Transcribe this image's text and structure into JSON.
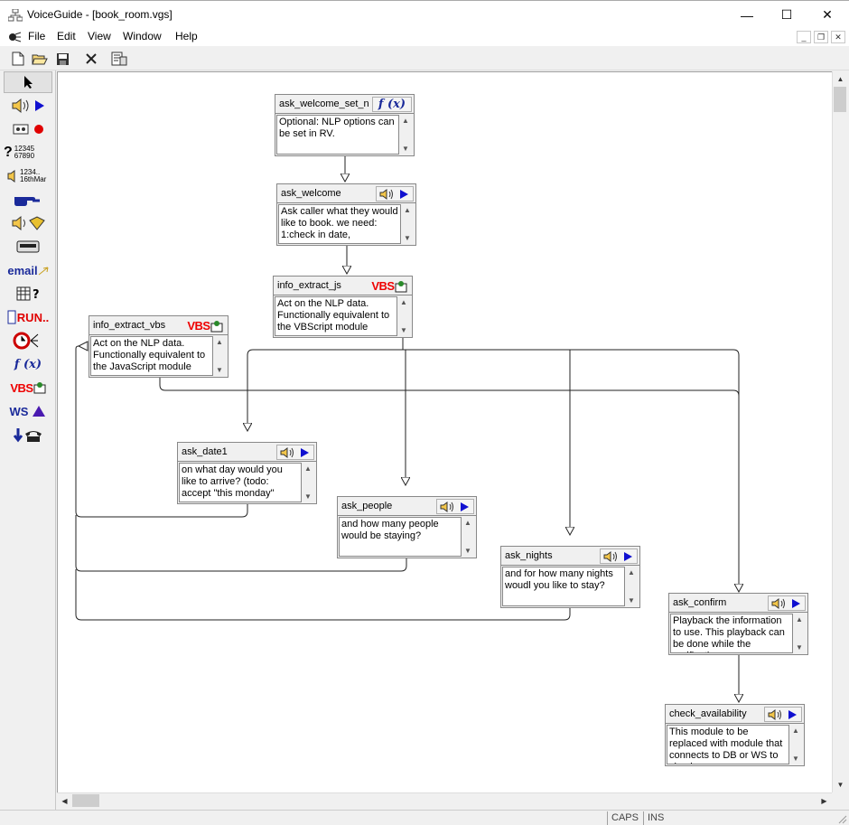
{
  "window": {
    "title": "VoiceGuide - [book_room.vgs]",
    "minimize_glyph": "—",
    "maximize_glyph": "☐",
    "close_glyph": "✕"
  },
  "menu": {
    "items": [
      "File",
      "Edit",
      "View",
      "Window",
      "Help"
    ],
    "mdi_minimize": "_",
    "mdi_restore": "❐",
    "mdi_close": "✕"
  },
  "toolbar": {
    "buttons": [
      "new-file-icon",
      "open-folder-icon",
      "save-icon",
      "delete-icon",
      "properties-icon"
    ]
  },
  "palette": {
    "items": [
      {
        "name": "pointer-tool",
        "icon": "arrow-pointer-icon"
      },
      {
        "name": "play-tool",
        "icon": "speaker-play-icon"
      },
      {
        "name": "record-tool",
        "icon": "tape-record-icon"
      },
      {
        "name": "get-numbers-tool",
        "icon": "numbers-question-icon",
        "label": "12345 67890"
      },
      {
        "name": "say-numbers-tool",
        "icon": "say-numbers-icon",
        "label": "1234.. 16thMar"
      },
      {
        "name": "transfer-tool",
        "icon": "hand-pointing-icon"
      },
      {
        "name": "voicemail-tool",
        "icon": "voicemail-icon"
      },
      {
        "name": "pager-tool",
        "icon": "pager-icon"
      },
      {
        "name": "email-tool",
        "icon": "email-icon",
        "label": "email"
      },
      {
        "name": "database-query-tool",
        "icon": "database-query-icon"
      },
      {
        "name": "run-program-tool",
        "icon": "run-icon",
        "label": "RUN.."
      },
      {
        "name": "time-switch-tool",
        "icon": "clock-switch-icon"
      },
      {
        "name": "evaluate-expression-tool",
        "icon": "fx-icon",
        "label": "f (x)"
      },
      {
        "name": "vbscript-tool",
        "icon": "vbs-icon",
        "label": "VBS"
      },
      {
        "name": "web-service-tool",
        "icon": "web-service-icon",
        "label": "WS"
      },
      {
        "name": "hangup-tool",
        "icon": "phone-hangup-icon"
      }
    ]
  },
  "modules": [
    {
      "id": "ask_welcome_set_n",
      "title": "ask_welcome_set_n",
      "type": "fx",
      "icon_label": "f (x)",
      "text": "Optional: NLP options can be set in RV."
    },
    {
      "id": "ask_welcome",
      "title": "ask_welcome",
      "type": "play",
      "text": "Ask caller what they would like to book. we need: 1:check in date,"
    },
    {
      "id": "info_extract_js",
      "title": "info_extract_js",
      "type": "vbs",
      "icon_label": "VBS",
      "text": "Act on the NLP data. Functionally equivalent to the VBScript module"
    },
    {
      "id": "info_extract_vbs",
      "title": "info_extract_vbs",
      "type": "vbs",
      "icon_label": "VBS",
      "text": "Act on the NLP data. Functionally equivalent to the JavaScript module"
    },
    {
      "id": "ask_date1",
      "title": "ask_date1",
      "type": "play",
      "text": "on what day would you like to arrive? (todo: accept \"this monday\""
    },
    {
      "id": "ask_people",
      "title": "ask_people",
      "type": "play",
      "text": "and how many people would be staying?"
    },
    {
      "id": "ask_nights",
      "title": "ask_nights",
      "type": "play",
      "text": "and for how many nights woudl you like to stay?"
    },
    {
      "id": "ask_confirm",
      "title": "ask_confirm",
      "type": "play",
      "text": "Playback the information to use. This playback can be done while the verification"
    },
    {
      "id": "check_availability",
      "title": "check_availability",
      "type": "play",
      "text": "This module to be replaced with module that connects to DB or WS to check"
    }
  ],
  "status": {
    "caps": "CAPS",
    "ins": "INS"
  },
  "colors": {
    "play_arrow": "#1010d0",
    "vbs_text": "#e00000",
    "fx_text": "#1a2a9a",
    "record_dot": "#e00000"
  }
}
